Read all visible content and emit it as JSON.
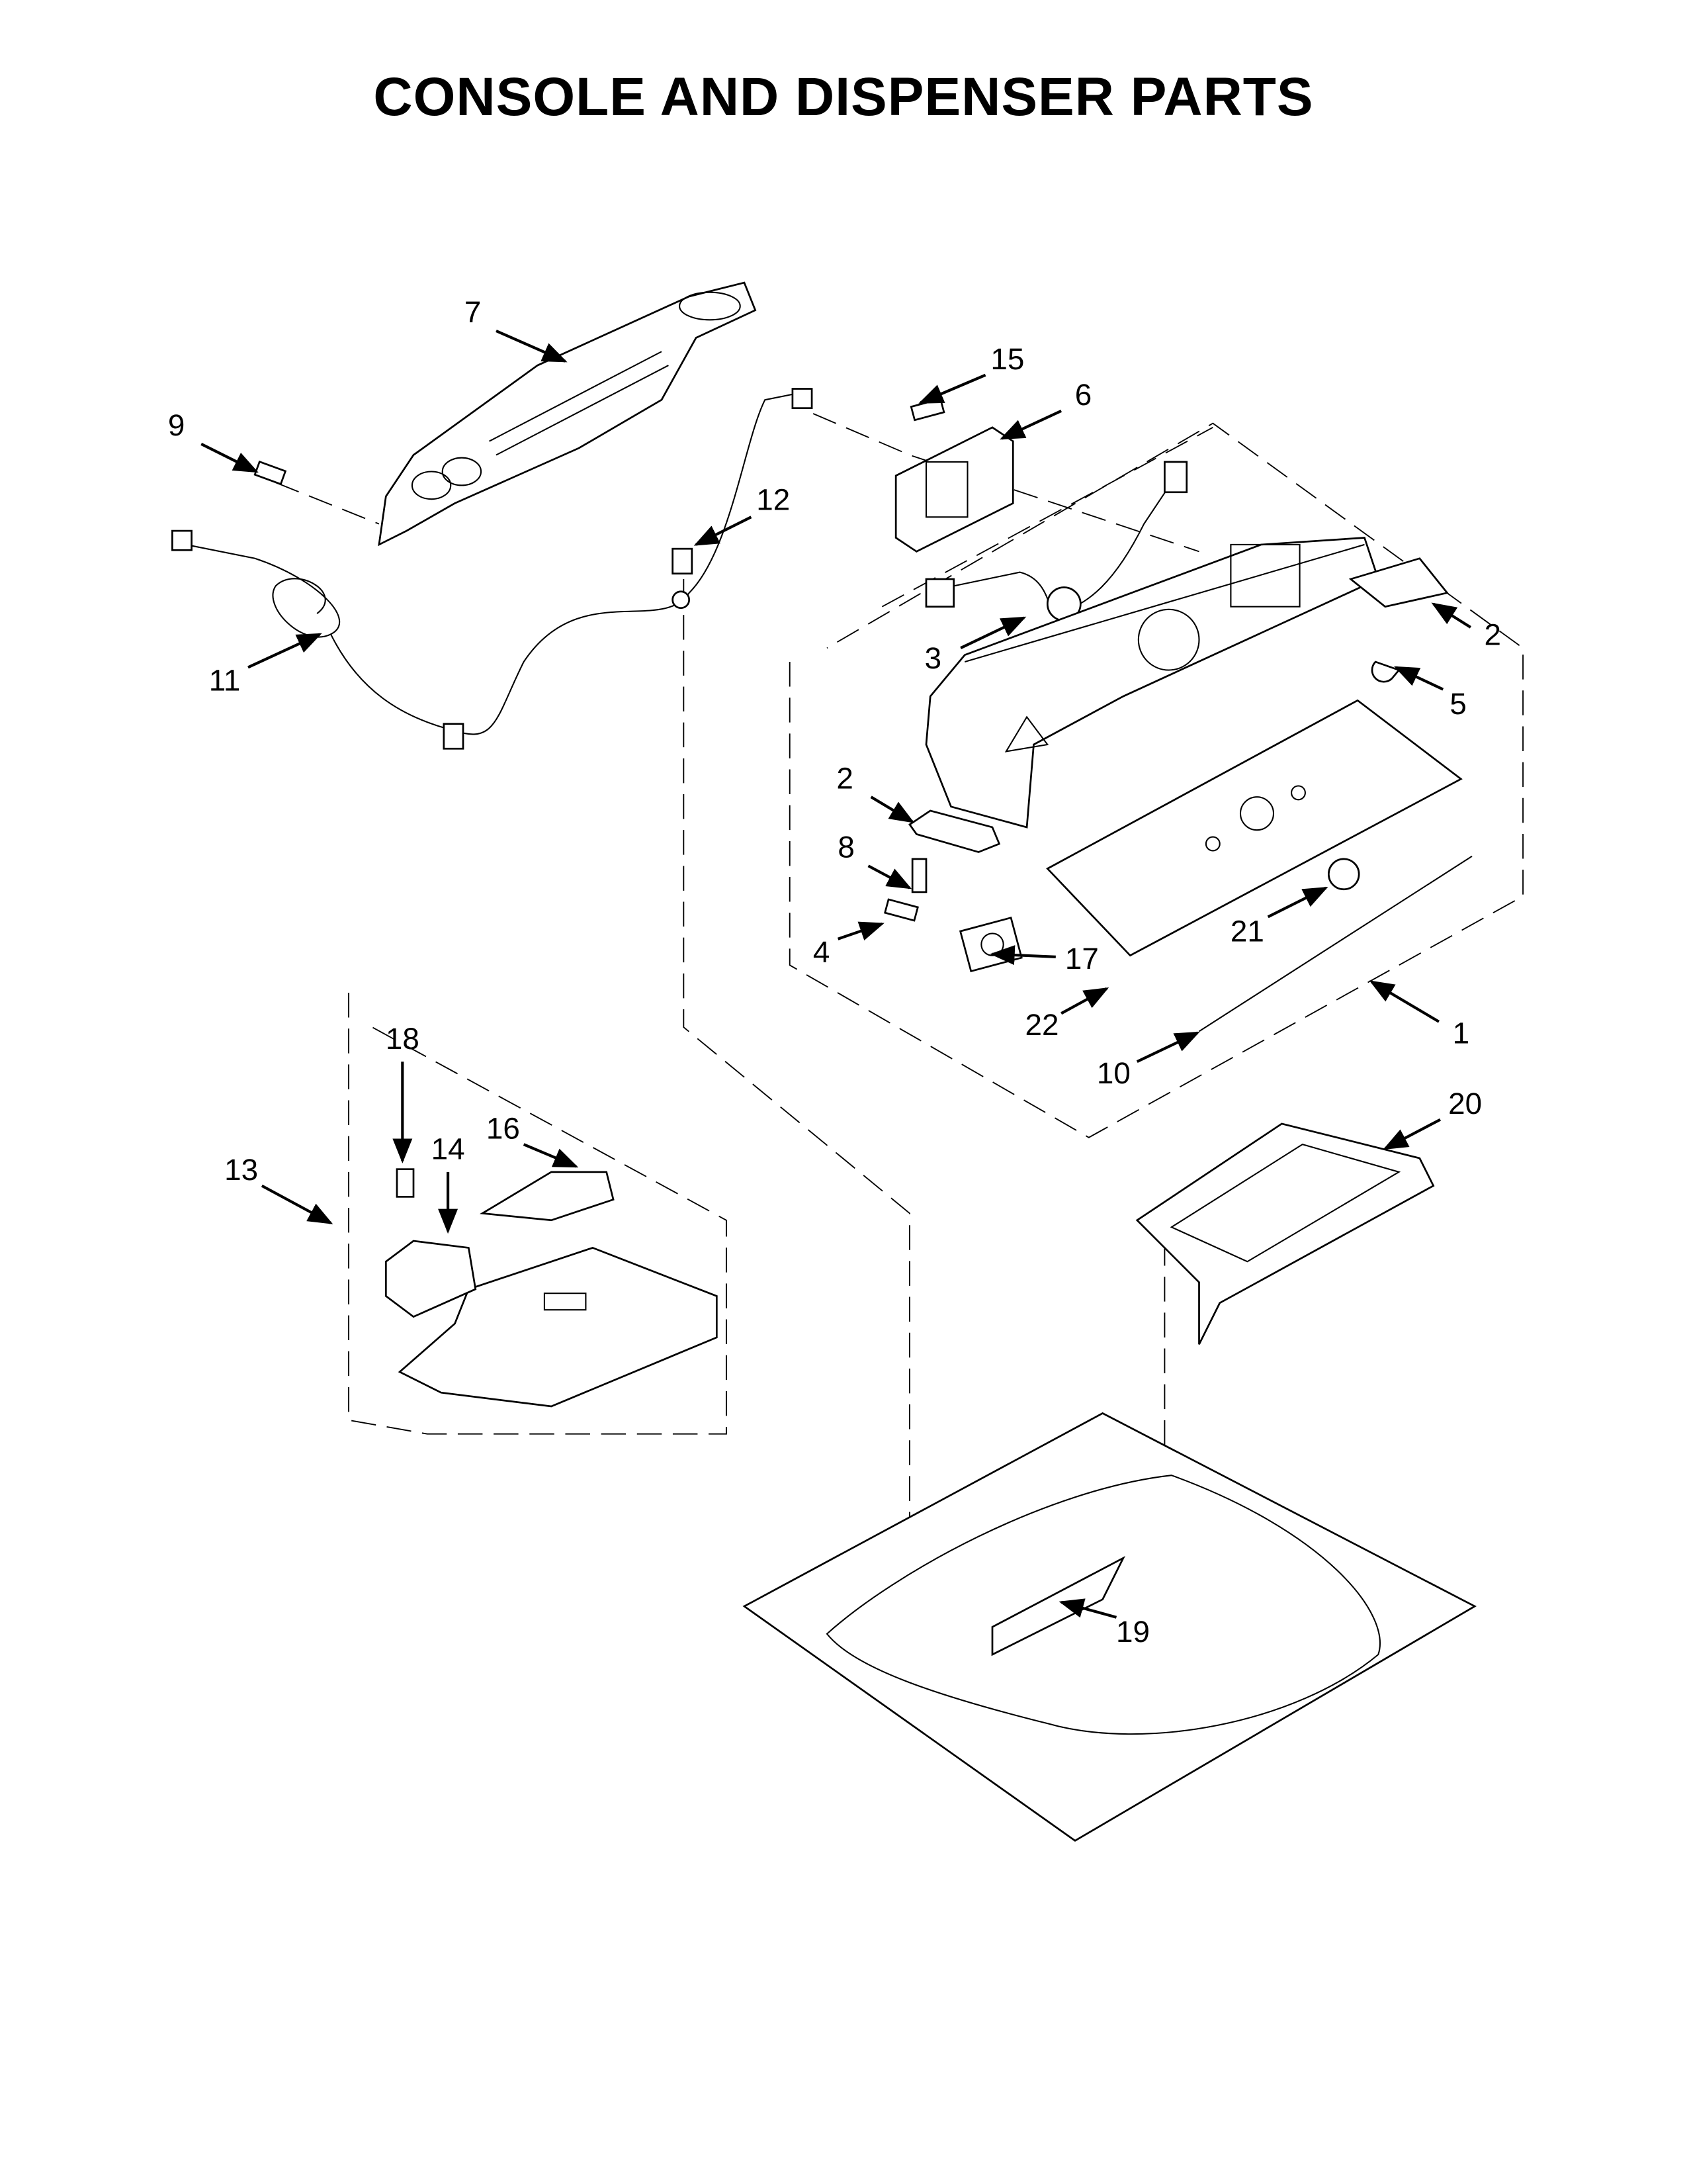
{
  "title": "CONSOLE AND DISPENSER PARTS",
  "callouts": [
    {
      "id": "c7",
      "label": "7"
    },
    {
      "id": "c15",
      "label": "15"
    },
    {
      "id": "c6",
      "label": "6"
    },
    {
      "id": "c9",
      "label": "9"
    },
    {
      "id": "c12",
      "label": "12"
    },
    {
      "id": "c11",
      "label": "11"
    },
    {
      "id": "c3",
      "label": "3"
    },
    {
      "id": "c2a",
      "label": "2"
    },
    {
      "id": "c5",
      "label": "5"
    },
    {
      "id": "c2b",
      "label": "2"
    },
    {
      "id": "c8",
      "label": "8"
    },
    {
      "id": "c4",
      "label": "4"
    },
    {
      "id": "c17",
      "label": "17"
    },
    {
      "id": "c21",
      "label": "21"
    },
    {
      "id": "c22",
      "label": "22"
    },
    {
      "id": "c1",
      "label": "1"
    },
    {
      "id": "c10",
      "label": "10"
    },
    {
      "id": "c20",
      "label": "20"
    },
    {
      "id": "c18",
      "label": "18"
    },
    {
      "id": "c14",
      "label": "14"
    },
    {
      "id": "c16",
      "label": "16"
    },
    {
      "id": "c13",
      "label": "13"
    },
    {
      "id": "c19",
      "label": "19"
    }
  ]
}
